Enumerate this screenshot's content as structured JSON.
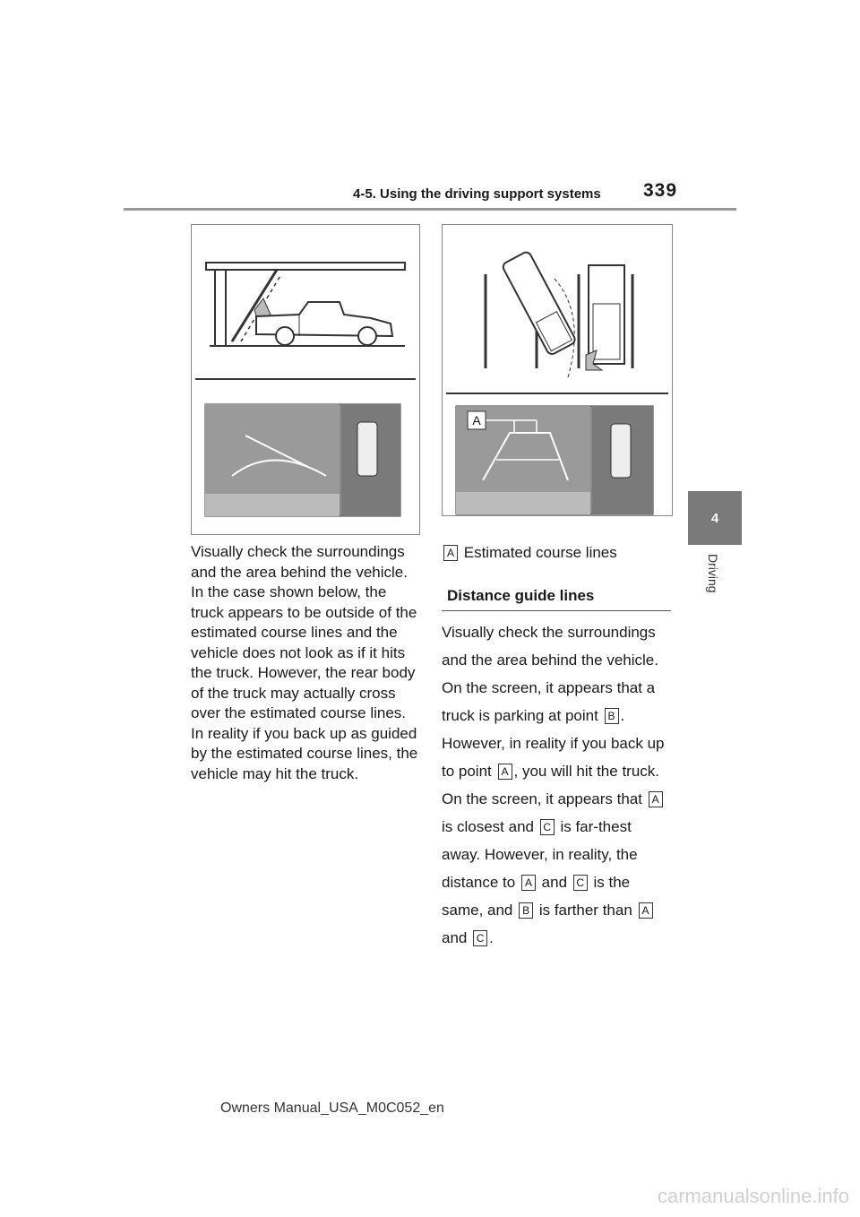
{
  "header": {
    "section": "4-5. Using the driving support systems",
    "page_number": "339"
  },
  "side_tab": {
    "number": "4",
    "label": "Driving"
  },
  "figure_right_label": "A",
  "left_paragraph": "Visually check the surroundings and the area behind the vehicle. In the case shown below, the truck appears to be outside of the estimated course lines and the vehicle does not look as if it hits the truck. However, the rear body of the truck may actually cross over the estimated course lines. In reality if you back up as guided by the estimated course lines, the vehicle may hit the truck.",
  "caption": {
    "label": "A",
    "text": "Estimated course lines"
  },
  "subheading": "Distance guide lines",
  "right_paragraph": {
    "t1": "Visually check the surroundings and the area behind the vehicle. On the screen, it appears that a truck is parking at point ",
    "l1": "B",
    "t2": ". However, in reality if you back up to point ",
    "l2": "A",
    "t3": ", you will hit the truck. On the screen, it appears that ",
    "l3": "A",
    "t4": " is closest and ",
    "l4": "C",
    "t5": " is far-thest away. However, in reality, the distance to ",
    "l5": "A",
    "t6": " and ",
    "l6": "C",
    "t7": " is the same, and ",
    "l7": "B",
    "t8": " is farther than ",
    "l8": "A",
    "t9": " and ",
    "l9": "C",
    "t10": "."
  },
  "footer": "Owners Manual_USA_M0C052_en",
  "watermark": "carmanualsonline.info"
}
